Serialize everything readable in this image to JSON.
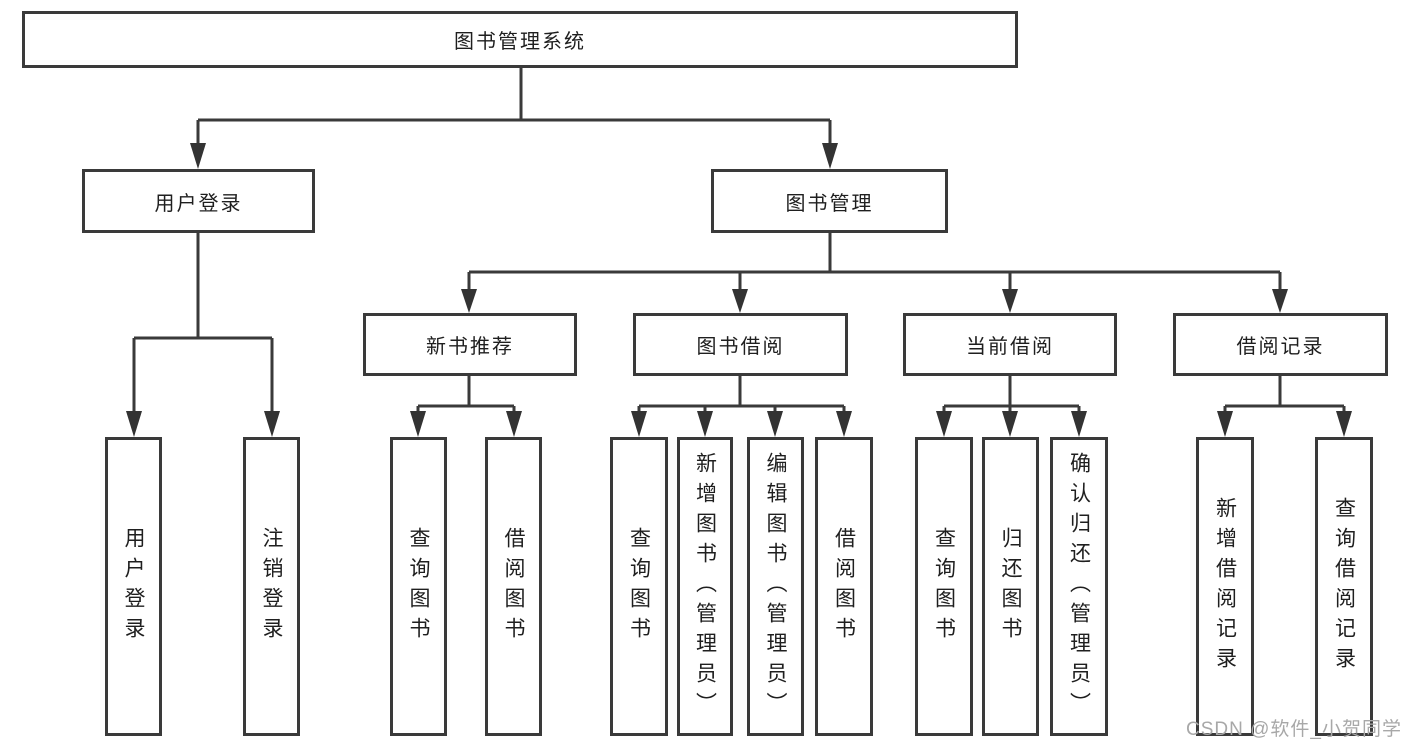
{
  "colors": {
    "line": "#3a3a3a",
    "box_border": "#3a3a3a",
    "text": "#1f1f1f",
    "background": "#ffffff",
    "watermark": "#a8a8a8"
  },
  "watermark": {
    "text": "CSDN @软件_小贺同学"
  },
  "tree": {
    "root": {
      "label": "图书管理系统"
    },
    "branches": [
      {
        "label": "用户登录",
        "children": [
          {
            "label": "用户登录"
          },
          {
            "label": "注销登录"
          }
        ]
      },
      {
        "label": "图书管理",
        "groups": [
          {
            "label": "新书推荐",
            "children": [
              {
                "label": "查询图书"
              },
              {
                "label": "借阅图书"
              }
            ]
          },
          {
            "label": "图书借阅",
            "children": [
              {
                "label": "查询图书"
              },
              {
                "label": "新增图书（管理员）"
              },
              {
                "label": "编辑图书（管理员）"
              },
              {
                "label": "借阅图书"
              }
            ]
          },
          {
            "label": "当前借阅",
            "children": [
              {
                "label": "查询图书"
              },
              {
                "label": "归还图书"
              },
              {
                "label": "确认归还（管理员）"
              }
            ]
          },
          {
            "label": "借阅记录",
            "children": [
              {
                "label": "新增借阅记录"
              },
              {
                "label": "查询借阅记录"
              }
            ]
          }
        ]
      }
    ]
  }
}
